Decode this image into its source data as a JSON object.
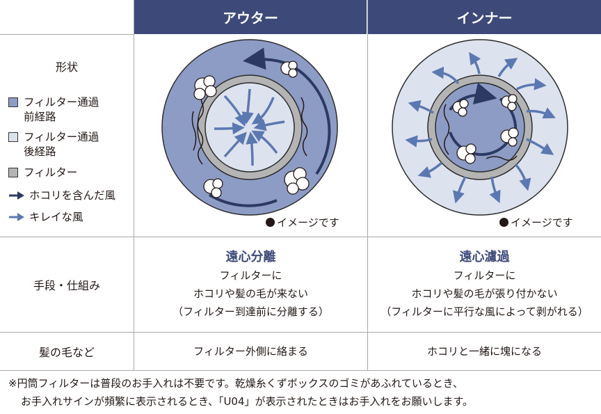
{
  "header": {
    "outer": "アウター",
    "inner": "インナー"
  },
  "rows": {
    "shape": "形状",
    "mechanism": "手段・仕組み",
    "hair": "髪の毛など"
  },
  "legend": [
    {
      "line1": "フィルター通過",
      "line2": "前経路",
      "color": "#8d9cc5",
      "kind": "swatch"
    },
    {
      "line1": "フィルター通過",
      "line2": "後経路",
      "color": "#dde2ef",
      "kind": "swatch"
    },
    {
      "line1": "フィルター",
      "line2": "",
      "color": "#b4b4b4",
      "kind": "swatch"
    },
    {
      "line1": "ホコリを含んだ風",
      "line2": "",
      "color": "#2c3a63",
      "kind": "arrow"
    },
    {
      "line1": "キレイな風",
      "line2": "",
      "color": "#5b78b0",
      "kind": "arrow"
    }
  ],
  "image_caption": {
    "outer": "イメージです",
    "inner": "イメージです"
  },
  "mechanism": {
    "outer": {
      "title": "遠心分離",
      "line1": "フィルターに",
      "line2": "ホコリや髪の毛が来ない",
      "line3": "（フィルター到達前に分離する）"
    },
    "inner": {
      "title": "遠心濾過",
      "line1": "フィルターに",
      "line2": "ホコリや髪の毛が張り付かない",
      "line3": "（フィルターに平行な風によって剥がれる）"
    }
  },
  "hair": {
    "outer": "フィルター外側に絡まる",
    "inner": "ホコリと一緒に塊になる"
  },
  "footnote": {
    "line1": "※円筒フィルターは普段のお手入れは不要です。乾燥糸くずボックスのゴミがあふれているとき、",
    "line2": "お手入れサインが頻繁に表示されるとき、「U04」が表示されたときはお手入れをお願いします。"
  },
  "colors": {
    "header_bg": "#3d4a79",
    "accent_text": "#3d4a79",
    "before_filter": "#8d9cc5",
    "after_filter": "#dde2ef",
    "filter": "#b4b4b4",
    "dusty_air": "#2c3a63",
    "clean_air": "#5b78b0"
  }
}
